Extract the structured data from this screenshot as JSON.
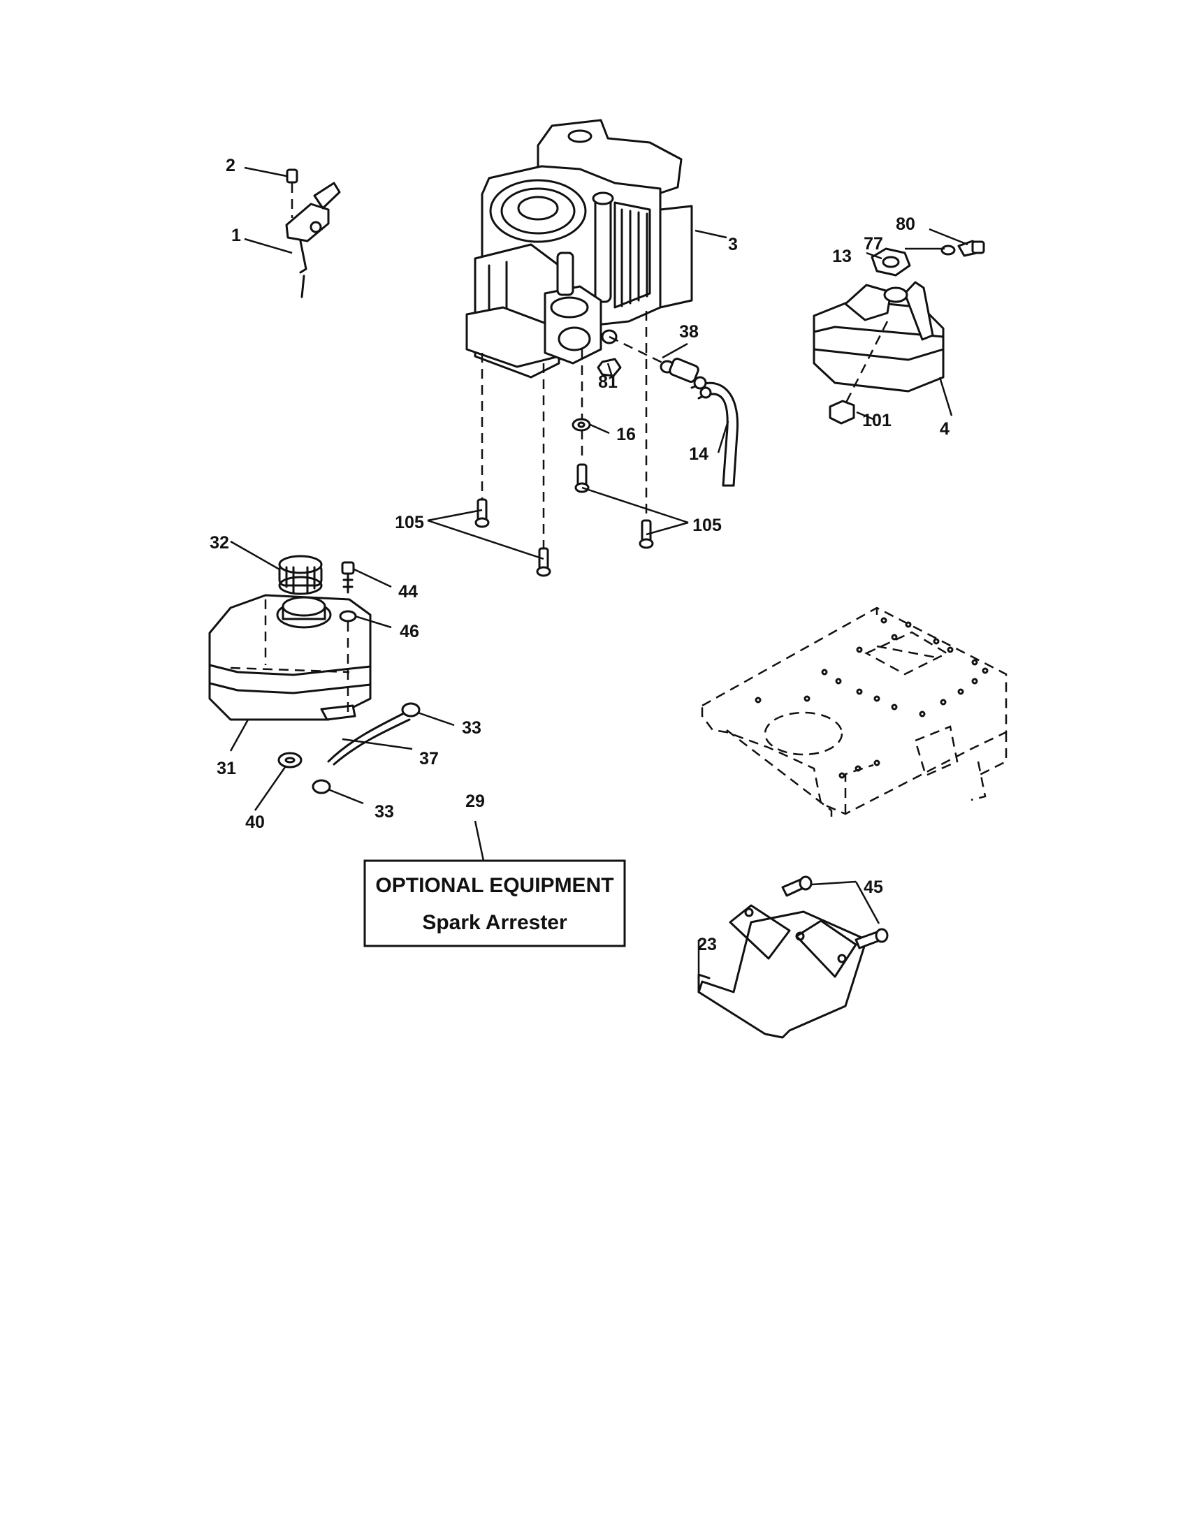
{
  "callouts": [
    {
      "id": "c1",
      "text": "1"
    },
    {
      "id": "c2",
      "text": "2"
    },
    {
      "id": "c3",
      "text": "3"
    },
    {
      "id": "c4",
      "text": "4"
    },
    {
      "id": "c13",
      "text": "13"
    },
    {
      "id": "c14",
      "text": "14"
    },
    {
      "id": "c16",
      "text": "16"
    },
    {
      "id": "c23",
      "text": "23"
    },
    {
      "id": "c29",
      "text": "29"
    },
    {
      "id": "c31",
      "text": "31"
    },
    {
      "id": "c32",
      "text": "32"
    },
    {
      "id": "c33a",
      "text": "33"
    },
    {
      "id": "c33b",
      "text": "33"
    },
    {
      "id": "c37",
      "text": "37"
    },
    {
      "id": "c38",
      "text": "38"
    },
    {
      "id": "c40",
      "text": "40"
    },
    {
      "id": "c44",
      "text": "44"
    },
    {
      "id": "c45",
      "text": "45"
    },
    {
      "id": "c46",
      "text": "46"
    },
    {
      "id": "c77",
      "text": "77"
    },
    {
      "id": "c80",
      "text": "80"
    },
    {
      "id": "c81",
      "text": "81"
    },
    {
      "id": "c101",
      "text": "101"
    },
    {
      "id": "c105a",
      "text": "105"
    },
    {
      "id": "c105b",
      "text": "105"
    }
  ],
  "note_box": {
    "line1": "OPTIONAL EQUIPMENT",
    "line2": "Spark Arrester"
  }
}
